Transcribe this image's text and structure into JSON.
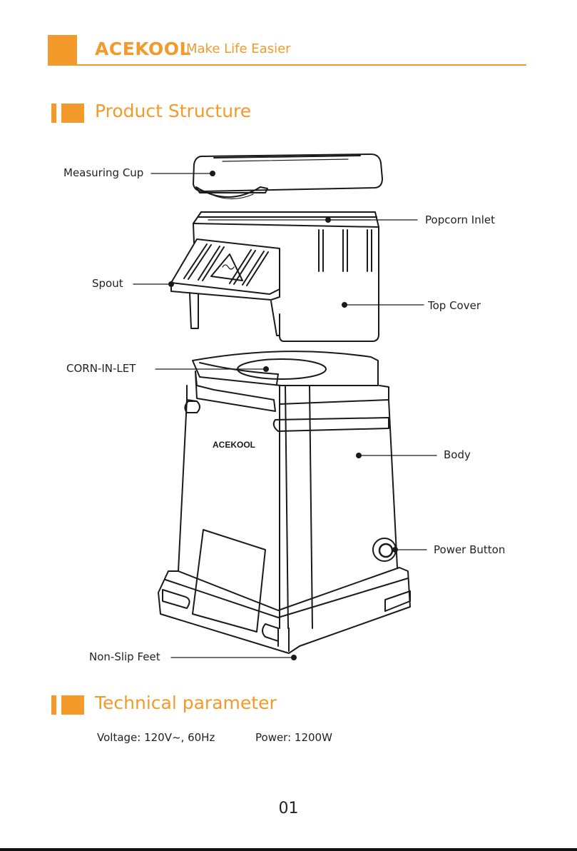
{
  "header": {
    "brand": "ACEKOOL",
    "tagline": "Make Life Easier",
    "accent_color": "#f39a2b"
  },
  "sections": {
    "structure_title": "Product Structure",
    "technical_title": "Technical parameter"
  },
  "labels": {
    "measuring_cup": "Measuring Cup",
    "popcorn_inlet": "Popcorn Inlet",
    "spout": "Spout",
    "top_cover": "Top Cover",
    "corn_inlet": "CORN-IN-LET",
    "body": "Body",
    "power_button": "Power Button",
    "non_slip_feet": "Non-Slip Feet",
    "body_logo": "ACEKOOL"
  },
  "technical": {
    "voltage": "Voltage: 120V~, 60Hz",
    "power": "Power: 1200W"
  },
  "page_number": "01"
}
